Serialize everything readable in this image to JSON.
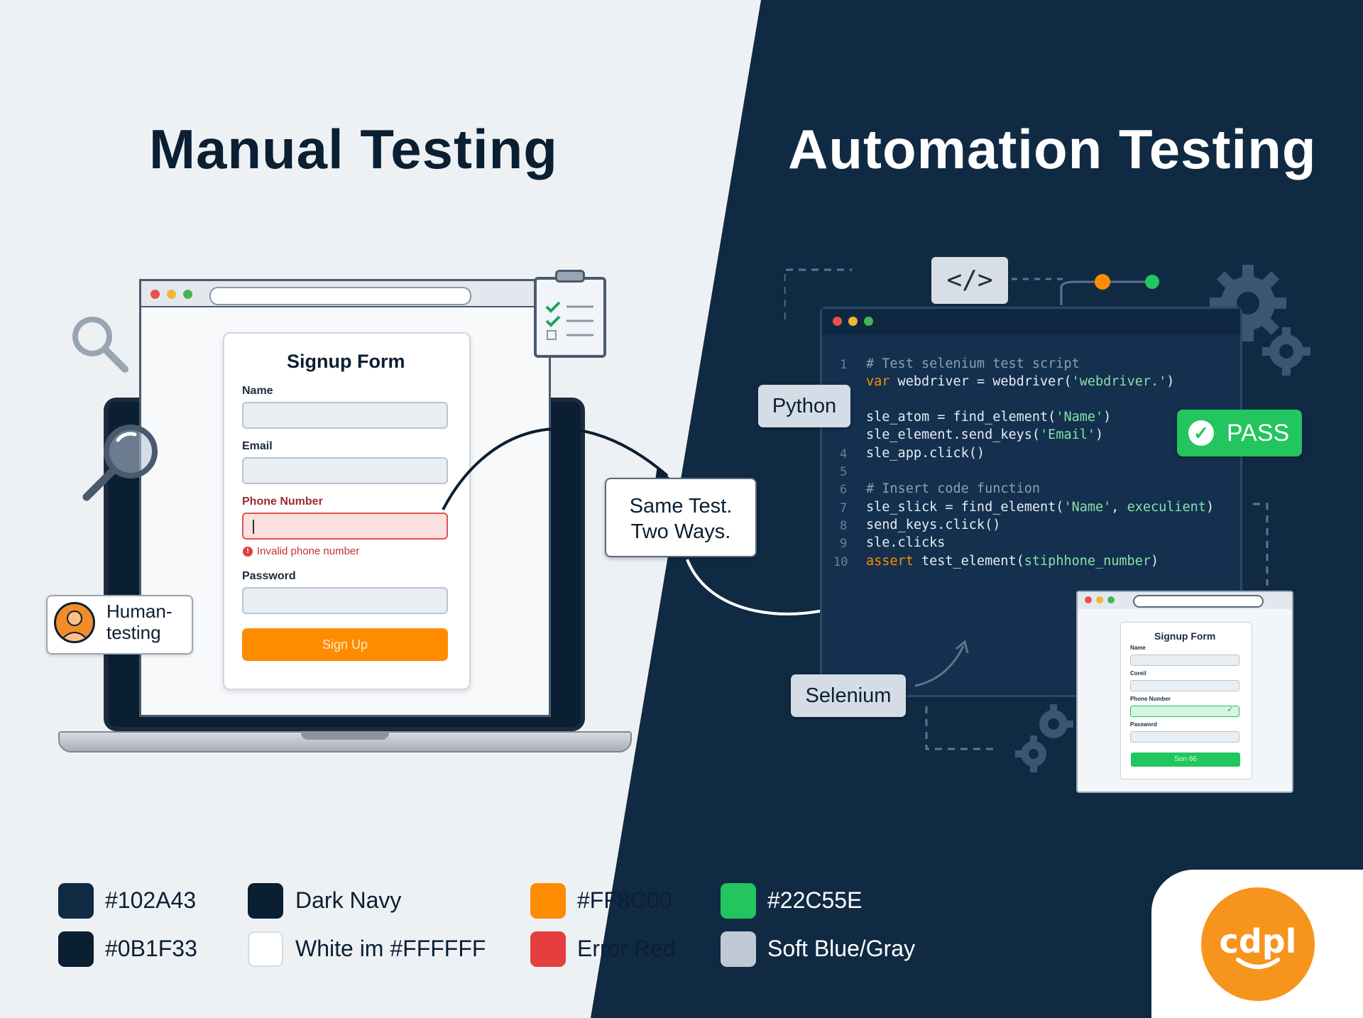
{
  "titles": {
    "manual": "Manual Testing",
    "automation": "Automation Testing"
  },
  "manual": {
    "form": {
      "title": "Signup Form",
      "name_label": "Name",
      "email_label": "Email",
      "phone_label": "Phone Number",
      "error_text": "Invalid phone number",
      "password_label": "Password",
      "button_label": "Sign Up"
    },
    "human_badge": "Human-testing",
    "human_badge_line1": "Human-",
    "human_badge_line2": "testing"
  },
  "center_bubble": {
    "line1": "Same Test.",
    "line2": "Two Ways."
  },
  "automation": {
    "code_tag": "</>",
    "language_label": "Python",
    "tool_label": "Selenium",
    "pass_label": "PASS",
    "code": [
      {
        "ln": "1",
        "text": "# Test selenium test script"
      },
      {
        "ln": "",
        "text": "var webdriver = webdriver('webdriver.')"
      },
      {
        "ln": "",
        "text": ""
      },
      {
        "ln": "",
        "text": "sle_atom = find_element('Name')"
      },
      {
        "ln": "",
        "text": "sle_element.send_keys('Email')"
      },
      {
        "ln": "4",
        "text": "sle_app.click()"
      },
      {
        "ln": "5",
        "text": ""
      },
      {
        "ln": "6",
        "text": "# Insert code function"
      },
      {
        "ln": "7",
        "text": "sle_slick = find_element('Name', execulient)"
      },
      {
        "ln": "8",
        "text": "send_keys.click()"
      },
      {
        "ln": "9",
        "text": "sle.clicks"
      },
      {
        "ln": "10",
        "text": "assert test_element(stiphhone_number)"
      }
    ],
    "mini_form": {
      "title": "Signup Form",
      "name_label": "Name",
      "email_label": "Coreil",
      "phone_label": "Phone Number",
      "password_label": "Password",
      "button_label": "Son 66"
    }
  },
  "palette": [
    {
      "swatch": "#102A43",
      "label": "#102A43"
    },
    {
      "swatch": "#0B1F33",
      "label": "#0B1F33"
    },
    {
      "swatch": "#0B1F33",
      "label": "Dark Navy"
    },
    {
      "swatch": "#FFFFFF",
      "label": "White im #FFFFFF"
    },
    {
      "swatch": "#FF8C00",
      "label": "#FF8C00"
    },
    {
      "swatch": "#E53E3E",
      "label": "Error Red"
    },
    {
      "swatch": "#22C55E",
      "label": "#22C55E"
    },
    {
      "swatch": "#BFC9D4",
      "label": "Soft Blue/Gray"
    }
  ],
  "logo_text": "cdpl",
  "colors": {
    "navy": "#102A43",
    "dark_navy": "#0B1F33",
    "orange": "#FF8C00",
    "green": "#22C55E",
    "error_red": "#E53E3E",
    "soft_gray": "#BFC9D4"
  }
}
